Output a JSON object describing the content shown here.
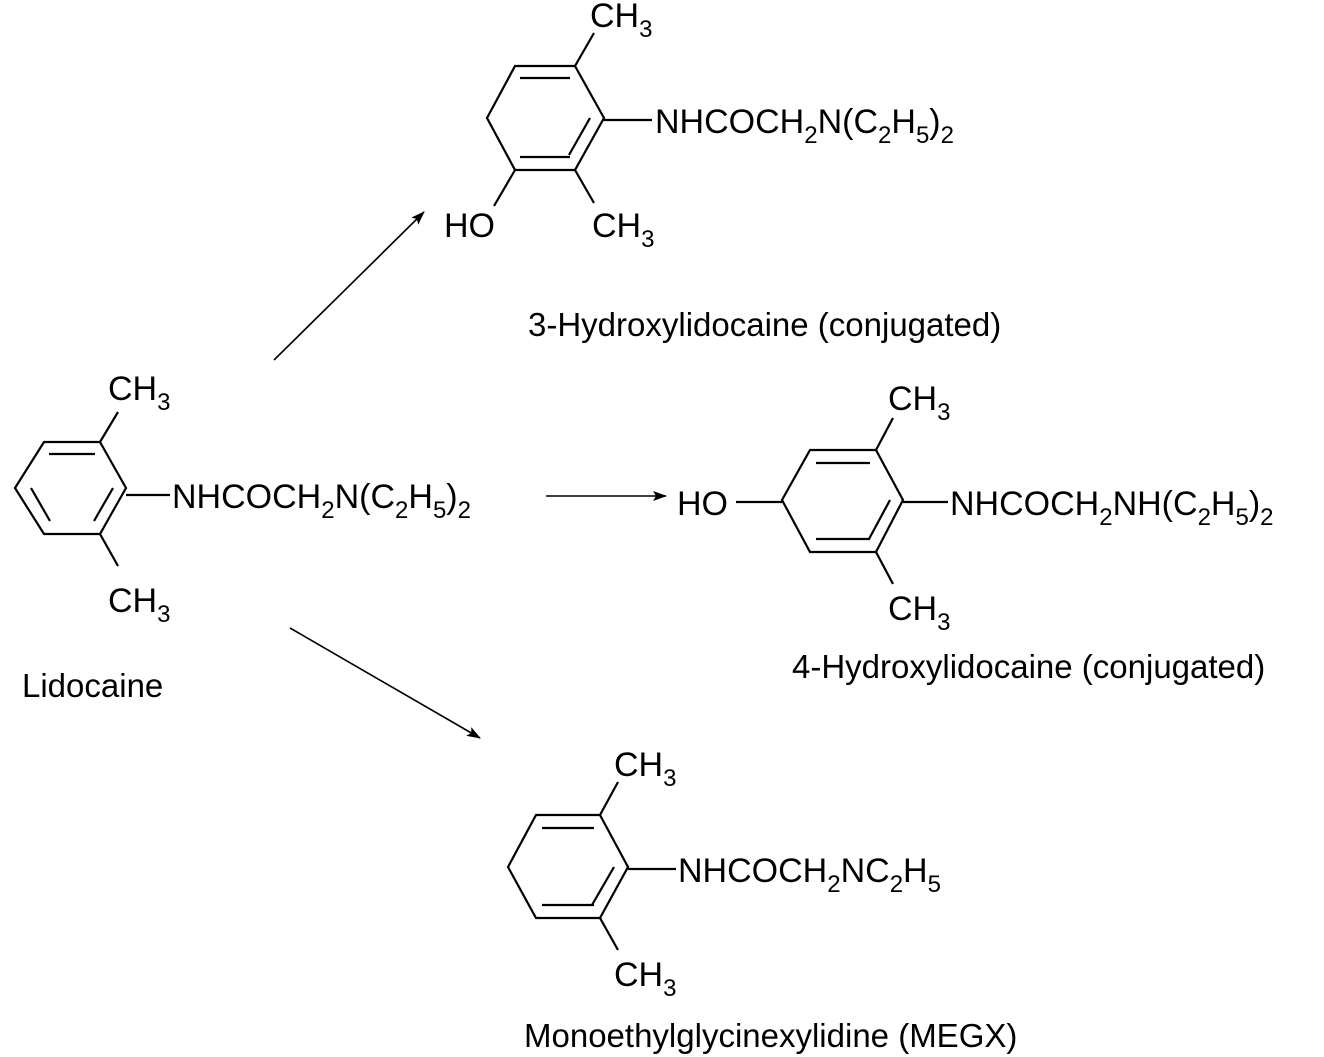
{
  "compounds": {
    "lidocaine": {
      "name": "Lidocaine",
      "ch3": "CH3",
      "side_chain": [
        "NHCOCH",
        "2",
        "N(C",
        "2",
        "H",
        "5",
        ")",
        "2"
      ]
    },
    "hydroxy3": {
      "name": "3-Hydroxylidocaine (conjugated)",
      "ch3": "CH3",
      "ho": "HO",
      "side_chain": [
        "NHCOCH",
        "2",
        "N(C",
        "2",
        "H",
        "5",
        ")",
        "2"
      ]
    },
    "hydroxy4": {
      "name": "4-Hydroxylidocaine (conjugated)",
      "ch3": "CH3",
      "ho": "HO",
      "side_chain": [
        "NHCOCH",
        "2",
        "NH(C",
        "2",
        "H",
        "5",
        ")",
        "2"
      ]
    },
    "megx": {
      "name": "Monoethylglycinexylidine (MEGX)",
      "ch3": "CH3",
      "side_chain": [
        "NHCOCH",
        "2",
        "NC",
        "2",
        "H",
        "5"
      ]
    }
  },
  "arrows": [
    {
      "from": "lidocaine",
      "to": "hydroxy3"
    },
    {
      "from": "lidocaine",
      "to": "hydroxy4"
    },
    {
      "from": "lidocaine",
      "to": "megx"
    }
  ]
}
